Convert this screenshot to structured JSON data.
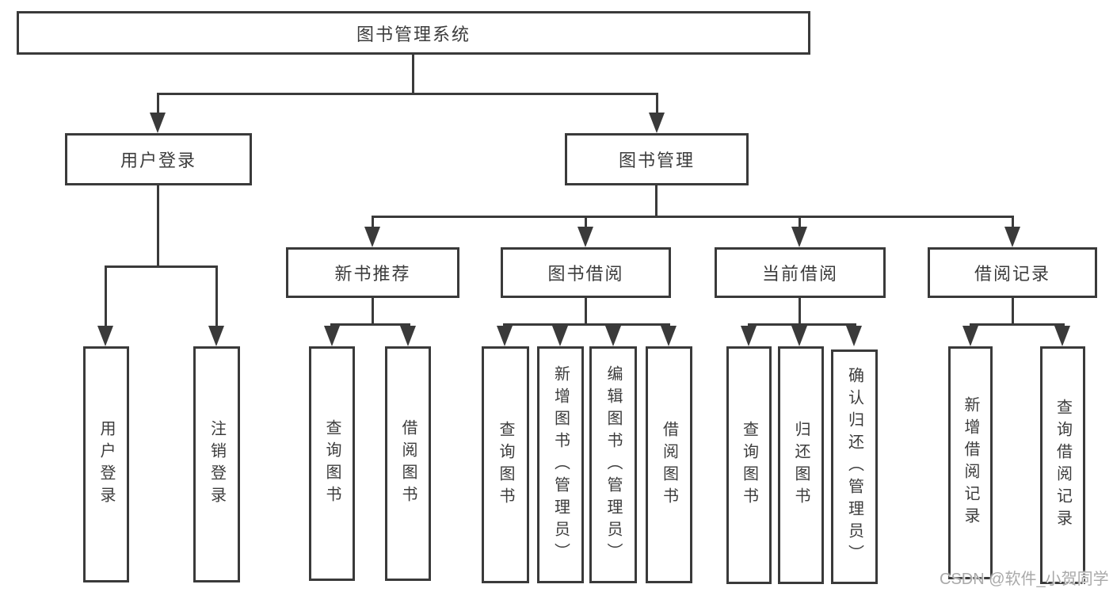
{
  "diagram": {
    "root": "图书管理系统",
    "l2": [
      "用户登录",
      "图书管理"
    ],
    "l3": [
      "新书推荐",
      "图书借阅",
      "当前借阅",
      "借阅记录"
    ],
    "leaves_user": [
      "用户登录",
      "注销登录"
    ],
    "leaves_newbook": [
      "查询图书",
      "借阅图书"
    ],
    "leaves_borrow": [
      "查询图书",
      "新增图书（管理员）",
      "编辑图书（管理员）",
      "借阅图书"
    ],
    "leaves_current": [
      "查询图书",
      "归还图书",
      "确认归还（管理员）"
    ],
    "leaves_record": [
      "新增借阅记录",
      "查询借阅记录"
    ]
  },
  "watermark": "CSDN @软件_小贺同学",
  "colors": {
    "line": "#3a3a3a",
    "text": "#3c3c3c",
    "watermark": "#a9a9a9",
    "background": "#ffffff"
  }
}
